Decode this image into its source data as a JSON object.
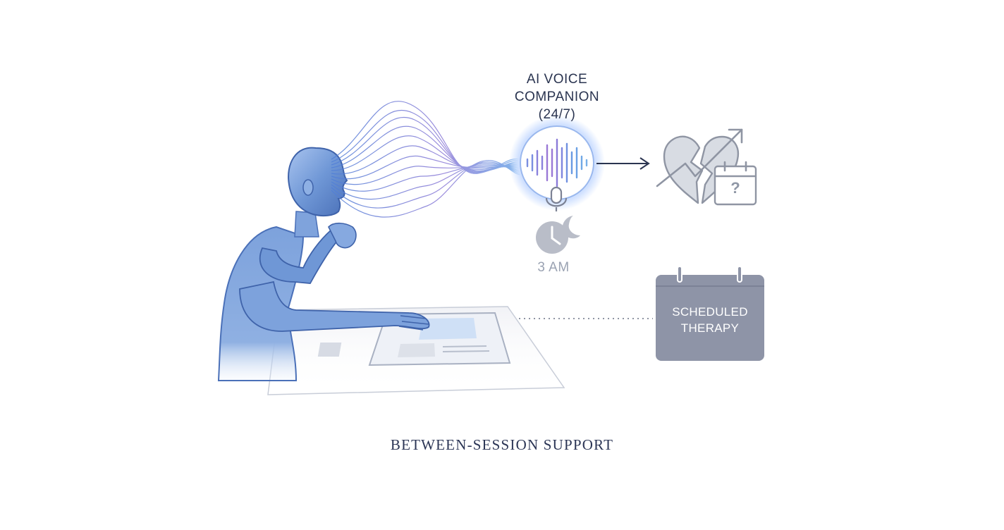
{
  "companion": {
    "title_line1": "AI VOICE",
    "title_line2": "COMPANION",
    "title_line3": "(24/7)"
  },
  "time": {
    "label": "3 AM"
  },
  "schedule": {
    "line1": "SCHEDULED",
    "line2": "THERAPY"
  },
  "calendar_small": {
    "symbol": "?"
  },
  "caption": "BETWEEN-SESSION SUPPORT",
  "colors": {
    "figure_blue": "#6f97d6",
    "wave_blue": "#4f7fd8",
    "wave_purple": "#8b79d6",
    "navy_text": "#2a3450",
    "gray_icon": "#9aa0ad",
    "calendar_gray": "#8e94a7",
    "glow": "#cfe0ff"
  },
  "icons": {
    "microphone": "microphone-icon",
    "clock": "clock-icon",
    "moon": "moon-icon",
    "broken_heart": "broken-heart-icon",
    "trend_arrow": "trend-arrow-icon",
    "calendar": "calendar-icon",
    "arrow": "arrow-right-icon"
  }
}
